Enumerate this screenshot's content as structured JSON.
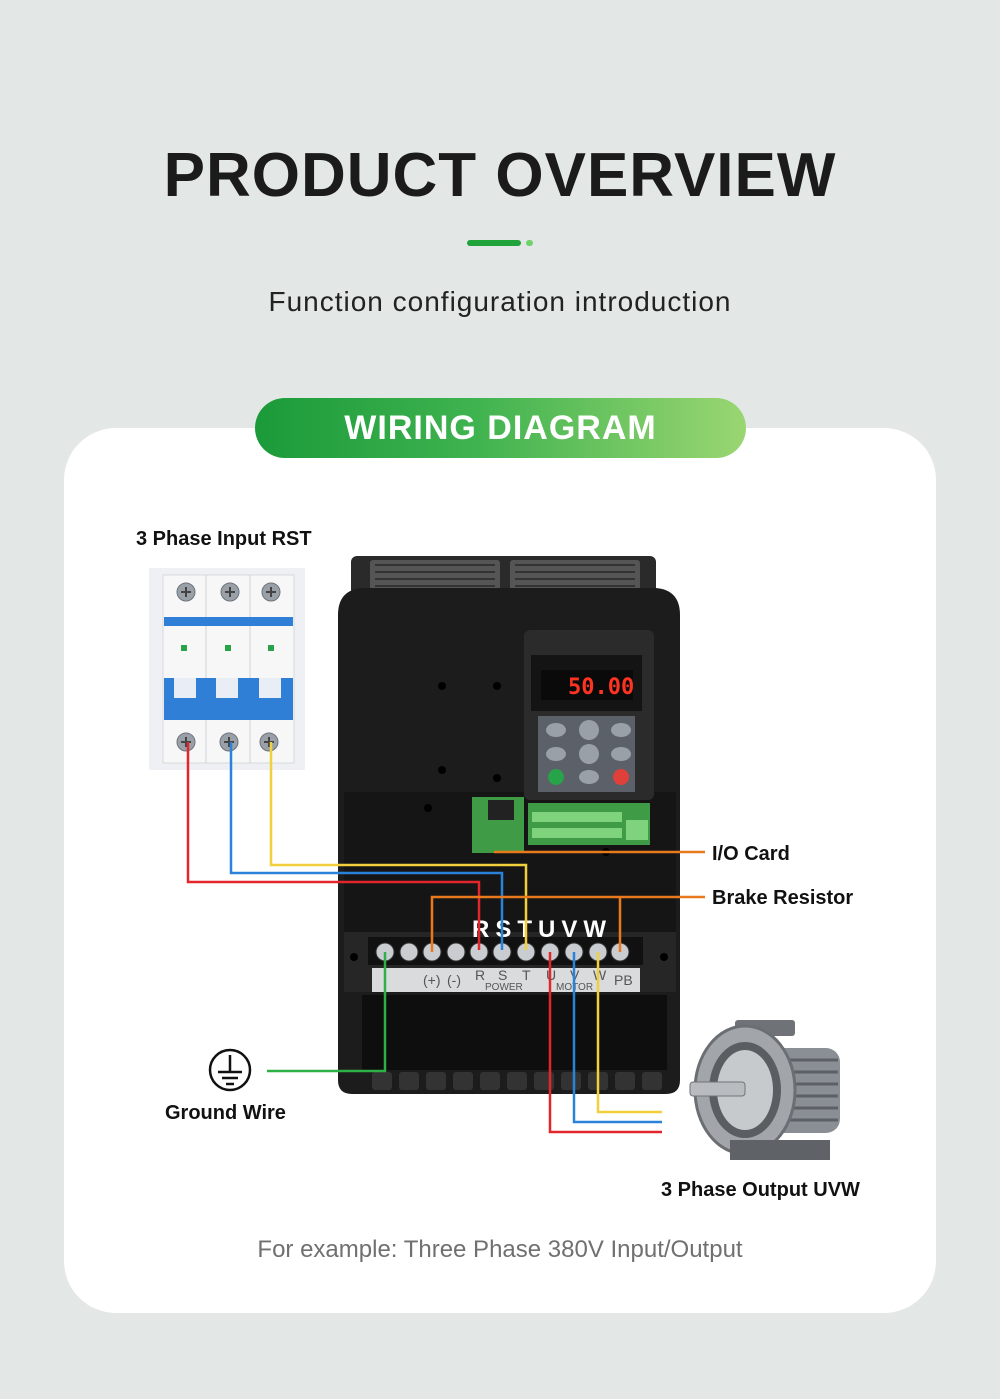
{
  "header": {
    "title": "PRODUCT OVERVIEW",
    "subtitle": "Function configuration introduction"
  },
  "section": {
    "badge": "WIRING DIAGRAM"
  },
  "diagram": {
    "input_label": "3 Phase Input RST",
    "output_label": "3 Phase Output UVW",
    "ground_label": "Ground Wire",
    "io_card_label": "I/O Card",
    "brake_label": "Brake Resistor",
    "display_value": "50.00",
    "terminal_letters": "RSTUVW",
    "terminal_codes": [
      "(+)",
      "(-)",
      "R",
      "S",
      "T",
      "U",
      "V",
      "W",
      "PB"
    ],
    "terminal_groups": [
      "POWER",
      "MOTOR"
    ],
    "wire_colors": {
      "r": "#e3262b",
      "s": "#2a83d8",
      "t": "#f2cf3c",
      "ground": "#2fb046",
      "callout": "#e8791d"
    }
  },
  "footer": {
    "note": "For example: Three Phase 380V Input/Output"
  }
}
